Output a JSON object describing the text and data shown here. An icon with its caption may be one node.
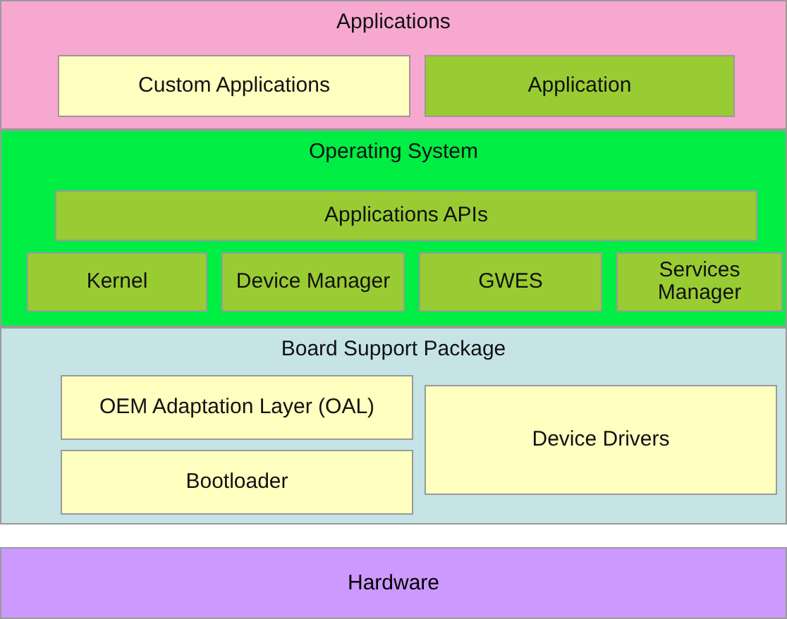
{
  "diagram": {
    "nodes": [
      {
        "text": [
          "Applications"
        ]
      },
      {
        "text": [
          "Custom Applications"
        ],
        "in": 0
      },
      {
        "text": [
          "Application"
        ],
        "in": 0
      },
      {
        "text": [
          "Operating System"
        ]
      },
      {
        "text": [
          "Applications APIs"
        ],
        "in": 3
      },
      {
        "text": [
          "Kernel"
        ],
        "in": 3
      },
      {
        "text": [
          "Device Manager"
        ],
        "in": 3
      },
      {
        "text": [
          "GWES"
        ],
        "in": 3
      },
      {
        "text": [
          "Services Manager"
        ],
        "in": 3
      },
      {
        "text": [
          "Board Support Package"
        ]
      },
      {
        "text": [
          "OEM Adaptation Layer (OAL)"
        ],
        "in": 9
      },
      {
        "text": [
          "Bootloader"
        ],
        "in": 9
      },
      {
        "text": [
          "Device Drivers"
        ],
        "in": 9
      },
      {
        "text": [
          "Hardware"
        ]
      }
    ],
    "edges": []
  }
}
